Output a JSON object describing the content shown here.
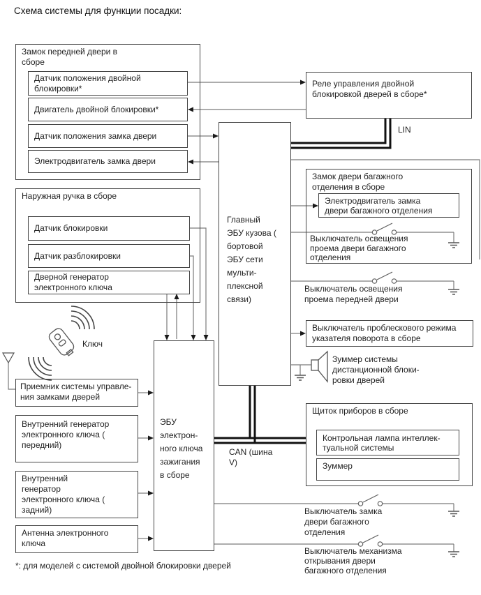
{
  "title": "Схема системы для функции посадки:",
  "footnote": "*: для моделей с системой двойной блокировки дверей",
  "colors": {
    "background": "#ffffff",
    "box_border": "#454545",
    "connector_line": "#7a7a7a",
    "bus_line": "#111111",
    "text": "#1f1f1f"
  },
  "bus_labels": {
    "lin": "LIN",
    "can": "CAN (шина\nV)"
  },
  "front_door_lock": {
    "label": "Замок передней двери в\nсборе",
    "items": [
      "Датчик положения двойной\nблокировки*",
      "Двигатель двойной блокировки*",
      "Датчик положения замка двери",
      "Электродвигатель замка двери"
    ]
  },
  "relay_label": "Реле управления двойной\nблокировкой дверей в сборе*",
  "main_ecu_label": "Главный\nЭБУ кузова (\nбортовой\nЭБУ сети\nмульти-\nплексной\nсвязи)",
  "handle": {
    "label": "Наружная ручка в сборе",
    "items": [
      "Датчик блокировки",
      "Датчик разблокировки",
      "Дверной генератор\nэлектронного ключа"
    ]
  },
  "key_label": "Ключ",
  "receiver_label": "Приемник системы управле-\nния замками дверей",
  "key_ecu_label": "ЭБУ\nэлектрон-\nного ключа\nзажигания\nв сборе",
  "gen_front_label": "Внутренний генератор\nэлектронного ключа (\nпередний)",
  "gen_rear_label": "Внутренний\nгенератор\nэлектронного ключа (\nзадний)",
  "key_antenna_label": "Антенна электронного\nключа",
  "trunk": {
    "label": "Замок двери багажного\nотделения в сборе",
    "motor_label": "Электродвигатель замка\nдвери багажного отделения",
    "light_switch_label": "Выключатель освещения\nпроема двери багажного\nотделения"
  },
  "front_door_light_switch_label": "Выключатель освещения\nпроема передней двери",
  "flasher_label": "Выключатель проблескового режима\nуказателя поворота в сборе",
  "buzzer_remote_label": "Зуммер системы\nдистанционной блоки-\nровки дверей",
  "panel": {
    "label": "Щиток приборов в сборе",
    "lamp_label": "Контрольная лампа интеллек-\nтуальной системы",
    "buzzer_label": "Зуммер"
  },
  "trunk_lock_switch_label": "Выключатель замка\nдвери багажного\nотделения",
  "trunk_opener_switch_label": "Выключатель механизма\nоткрывания двери\nбагажного отделения"
}
